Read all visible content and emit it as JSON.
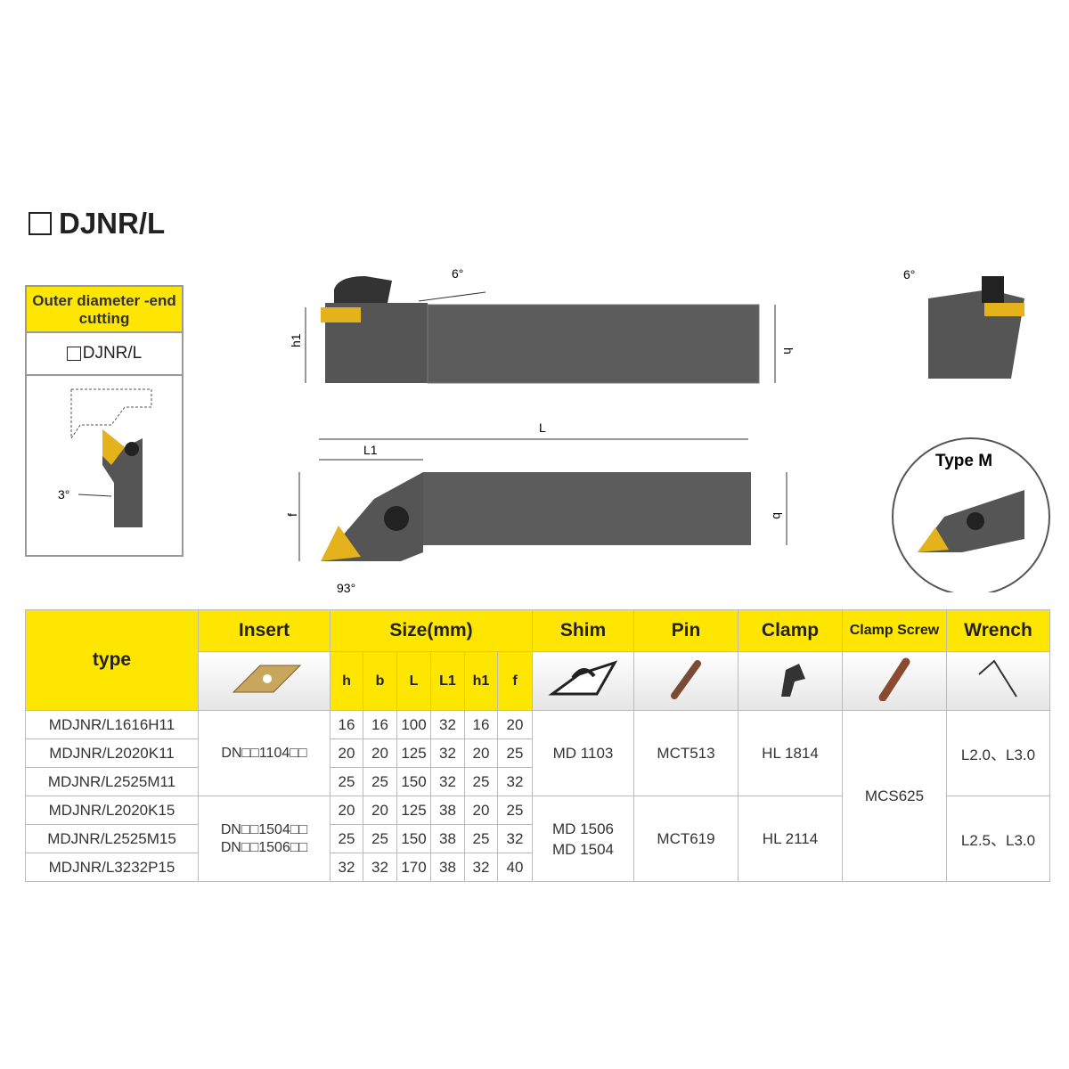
{
  "title": "DJNR/L",
  "sidebox": {
    "header": "Outer diameter -end cutting",
    "model": "DJNR/L",
    "angle": "3°"
  },
  "drawing": {
    "angle_top": "6°",
    "angle_side": "6°",
    "h1": "h1",
    "h": "h",
    "L": "L",
    "L1": "L1",
    "f": "f",
    "b": "b",
    "approach_angle": "93°",
    "type_label": "Type M"
  },
  "table": {
    "headers": {
      "type": "type",
      "insert": "Insert",
      "size": "Size(mm)",
      "shim": "Shim",
      "pin": "Pin",
      "clamp": "Clamp",
      "clamp_screw": "Clamp Screw",
      "wrench": "Wrench"
    },
    "size_cols": [
      "h",
      "b",
      "L",
      "L1",
      "h1",
      "f"
    ],
    "rows": [
      {
        "type": "MDJNR/L1616H11",
        "size": [
          "16",
          "16",
          "100",
          "32",
          "16",
          "20"
        ]
      },
      {
        "type": "MDJNR/L2020K11",
        "size": [
          "20",
          "20",
          "125",
          "32",
          "20",
          "25"
        ]
      },
      {
        "type": "MDJNR/L2525M11",
        "size": [
          "25",
          "25",
          "150",
          "32",
          "25",
          "32"
        ]
      },
      {
        "type": "MDJNR/L2020K15",
        "size": [
          "20",
          "20",
          "125",
          "38",
          "20",
          "25"
        ]
      },
      {
        "type": "MDJNR/L2525M15",
        "size": [
          "25",
          "25",
          "150",
          "38",
          "25",
          "32"
        ]
      },
      {
        "type": "MDJNR/L3232P15",
        "size": [
          "32",
          "32",
          "170",
          "38",
          "32",
          "40"
        ]
      }
    ],
    "groups": [
      {
        "insert": "DN□□1104□□",
        "shim": "MD 1103",
        "pin": "MCT513",
        "clamp": "HL 1814",
        "wrench": "L2.0、L3.0"
      },
      {
        "insert": "DN□□1504□□\nDN□□1506□□",
        "shim": "MD 1506\nMD 1504",
        "pin": "MCT619",
        "clamp": "HL 2114",
        "wrench": "L2.5、L3.0"
      }
    ],
    "clamp_screw": "MCS625"
  }
}
